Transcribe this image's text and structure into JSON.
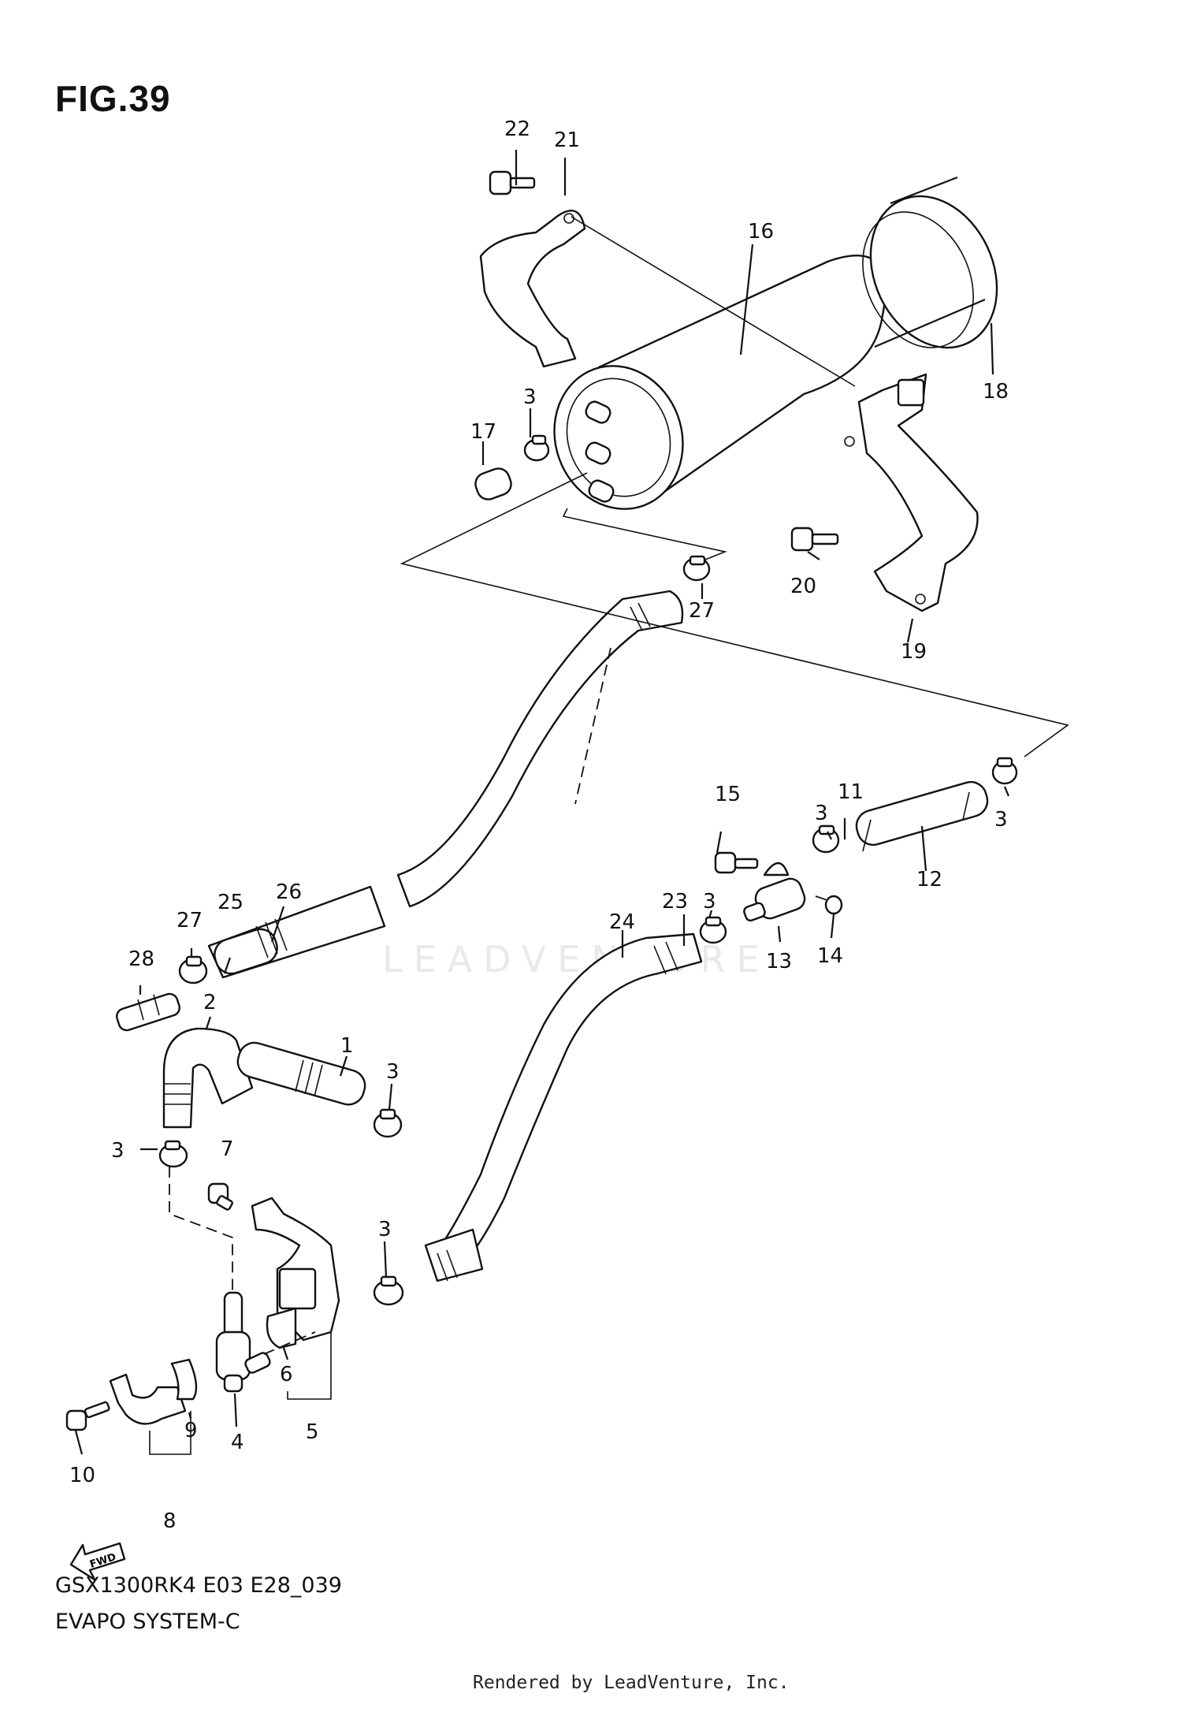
{
  "figure": {
    "title": "FIG.39",
    "model_code": "GSX1300RK4 E03 E28_039",
    "section_name": "EVAPO SYSTEM-C",
    "credit": "Rendered by LeadVenture, Inc.",
    "watermark": "LEADVENTURE"
  },
  "callouts": [
    {
      "id": "c1",
      "text": "1"
    },
    {
      "id": "c2",
      "text": "2"
    },
    {
      "id": "c3a",
      "text": "3"
    },
    {
      "id": "c3b",
      "text": "3"
    },
    {
      "id": "c3c",
      "text": "3"
    },
    {
      "id": "c3d",
      "text": "3"
    },
    {
      "id": "c3e",
      "text": "3"
    },
    {
      "id": "c3f",
      "text": "3"
    },
    {
      "id": "c3g",
      "text": "3"
    },
    {
      "id": "c4",
      "text": "4"
    },
    {
      "id": "c5",
      "text": "5"
    },
    {
      "id": "c6",
      "text": "6"
    },
    {
      "id": "c7",
      "text": "7"
    },
    {
      "id": "c8",
      "text": "8"
    },
    {
      "id": "c9",
      "text": "9"
    },
    {
      "id": "c10",
      "text": "10"
    },
    {
      "id": "c11",
      "text": "11"
    },
    {
      "id": "c12",
      "text": "12"
    },
    {
      "id": "c13",
      "text": "13"
    },
    {
      "id": "c14",
      "text": "14"
    },
    {
      "id": "c15",
      "text": "15"
    },
    {
      "id": "c16",
      "text": "16"
    },
    {
      "id": "c17",
      "text": "17"
    },
    {
      "id": "c18",
      "text": "18"
    },
    {
      "id": "c19",
      "text": "19"
    },
    {
      "id": "c20",
      "text": "20"
    },
    {
      "id": "c21",
      "text": "21"
    },
    {
      "id": "c22",
      "text": "22"
    },
    {
      "id": "c23",
      "text": "23"
    },
    {
      "id": "c24",
      "text": "24"
    },
    {
      "id": "c25",
      "text": "25"
    },
    {
      "id": "c26",
      "text": "26"
    },
    {
      "id": "c27a",
      "text": "27"
    },
    {
      "id": "c27b",
      "text": "27"
    },
    {
      "id": "c28",
      "text": "28"
    }
  ],
  "fwd_arrow_label": "FWD"
}
